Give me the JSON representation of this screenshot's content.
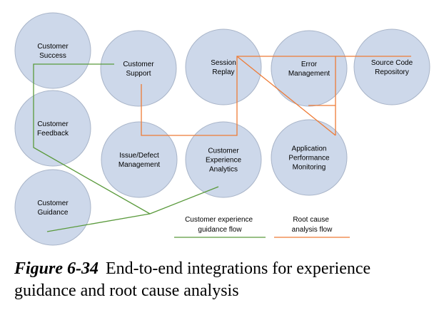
{
  "colors": {
    "node_fill": "#cdd8ea",
    "guidance_flow": "#5a9a3c",
    "root_cause_flow": "#ee7b36"
  },
  "nodes": [
    {
      "id": "customer-success",
      "lines": [
        "Customer",
        "Success"
      ]
    },
    {
      "id": "customer-support",
      "lines": [
        "Customer",
        "Support"
      ]
    },
    {
      "id": "session-replay",
      "lines": [
        "Session",
        "Replay"
      ]
    },
    {
      "id": "error-management",
      "lines": [
        "Error",
        "Management"
      ]
    },
    {
      "id": "source-code-repository",
      "lines": [
        "Source Code",
        "Repository"
      ]
    },
    {
      "id": "customer-feedback",
      "lines": [
        "Customer",
        "Feedback"
      ]
    },
    {
      "id": "issue-defect-management",
      "lines": [
        "Issue/Defect",
        "Management"
      ]
    },
    {
      "id": "customer-experience-analytics",
      "lines": [
        "Customer",
        "Experience",
        "Analytics"
      ]
    },
    {
      "id": "application-performance-monitoring",
      "lines": [
        "Application",
        "Performance",
        "Monitoring"
      ]
    },
    {
      "id": "customer-guidance",
      "lines": [
        "Customer",
        "Guidance"
      ]
    }
  ],
  "legend": {
    "guidance": [
      "Customer experience",
      "guidance flow"
    ],
    "root_cause": [
      "Root cause",
      "analysis flow"
    ]
  },
  "caption": {
    "figure_number": "Figure 6-34",
    "text": "End-to-end integrations for experience guidance and root cause analysis"
  }
}
